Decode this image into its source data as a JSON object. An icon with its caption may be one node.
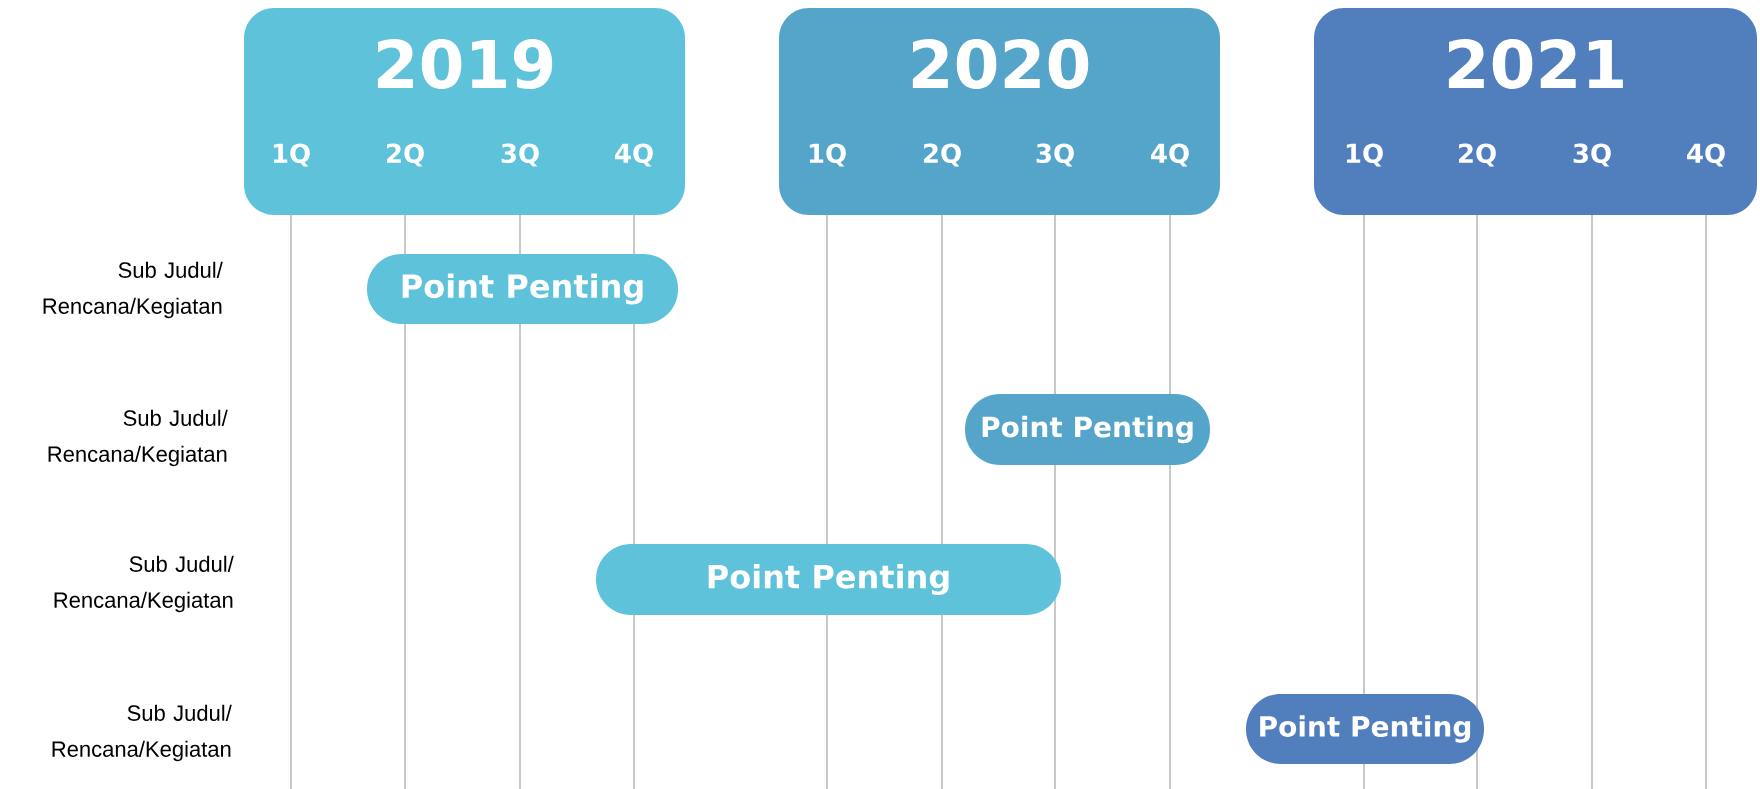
{
  "diagram": {
    "nodes": [
      {
        "text": [
          "2019",
          "1Q",
          "2Q",
          "3Q",
          "4Q"
        ]
      },
      {
        "text": [
          "2020",
          "1Q",
          "2Q",
          "3Q",
          "4Q"
        ]
      },
      {
        "text": [
          "2021",
          "1Q",
          "2Q",
          "3Q",
          "4Q"
        ]
      },
      {
        "text": [
          "Point Penting"
        ]
      },
      {
        "text": [
          "Point Penting"
        ]
      },
      {
        "text": [
          "Point Penting"
        ]
      },
      {
        "text": [
          "Point Penting"
        ]
      }
    ],
    "labels": [
      "Sub Judul/ Rencana/Kegiatan",
      "Sub Judul/ Rencana/Kegiatan",
      "Sub Judul/ Rencana/Kegiatan",
      "Sub Judul/ Rencana/Kegiatan"
    ]
  }
}
